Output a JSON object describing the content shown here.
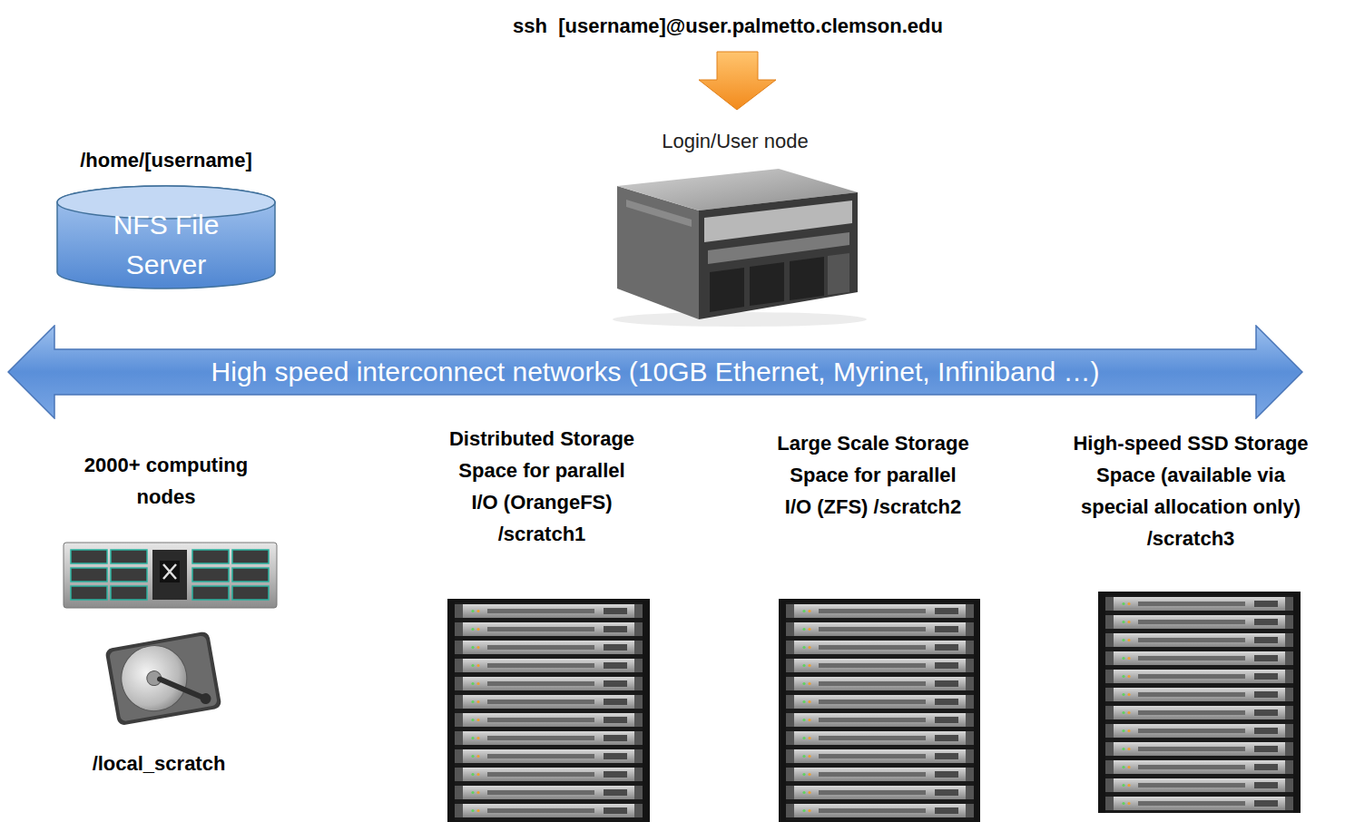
{
  "diagram": {
    "nodes": [
      {
        "text": [
          "/home/[username]",
          "NFS File Server"
        ]
      },
      {
        "text": [
          "High speed interconnect networks (10GB Ethernet, Myrinet, Infiniband …)"
        ]
      }
    ],
    "labels": [
      "ssh  [username]@user.palmetto.clemson.edu",
      "Login/User node",
      "2000+ computing nodes",
      "Distributed Storage Space for parallel I/O (OrangeFS) /scratch1",
      "Large Scale Storage Space for parallel I/O (ZFS) /scratch2",
      "High-speed SSD Storage Space (available via special allocation only) /scratch3",
      "/local_scratch"
    ]
  }
}
